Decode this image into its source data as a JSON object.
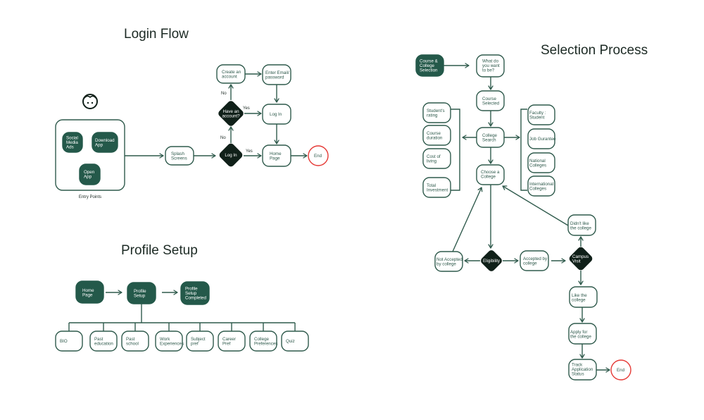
{
  "sections": {
    "login": {
      "title": "Login Flow",
      "entry_points_label": "Entry Points",
      "entry_points": [
        "Social Media Ads",
        "Download App",
        "Open App"
      ],
      "splash": "Splash Screens",
      "login_decision": "Log In",
      "have_account": "Have an account?",
      "create_account": "Create an account",
      "enter_email": "Enter Email/ password",
      "log_in": "Log In",
      "home_page": "Home Page",
      "end": "End",
      "yes": "Yes",
      "no": "No",
      "user_icon": "face-icon"
    },
    "profile": {
      "title": "Profile Setup",
      "home_page": "Home Page",
      "profile_setup": "Profile Setup",
      "completed": "Profile Setup Completed",
      "items": [
        "BIO",
        "Past education",
        "Past school",
        "Work Experiences",
        "Subject pref",
        "Career Pref",
        "College Preferences",
        "Quiz"
      ]
    },
    "selection": {
      "title": "Selection Process",
      "start": "Course & College Selection",
      "what_do": "What do you want to be?",
      "course_selected": "Course Selected",
      "college_search": "College Search",
      "left_criteria": [
        "Student's rating",
        "Course duration",
        "Cost of living",
        "Total Investment"
      ],
      "right_criteria": [
        "Faculty : Student",
        "Job Gurantee",
        "National Colleges",
        "International Colleges"
      ],
      "choose_college": "Choose a College",
      "eligibility": "Eligibility",
      "not_accepted": "Not Accepted by college",
      "accepted": "Accepted by college",
      "campus_visit": "Campus Visit",
      "didnt_like": "Didn't like the college",
      "like": "Like the college",
      "apply": "Apply for the college",
      "track": "Track Application Status",
      "end": "End"
    }
  },
  "colors": {
    "primary": "#24594a",
    "stroke": "#2f5a4c",
    "decision": "#102019",
    "end": "#e53935"
  }
}
